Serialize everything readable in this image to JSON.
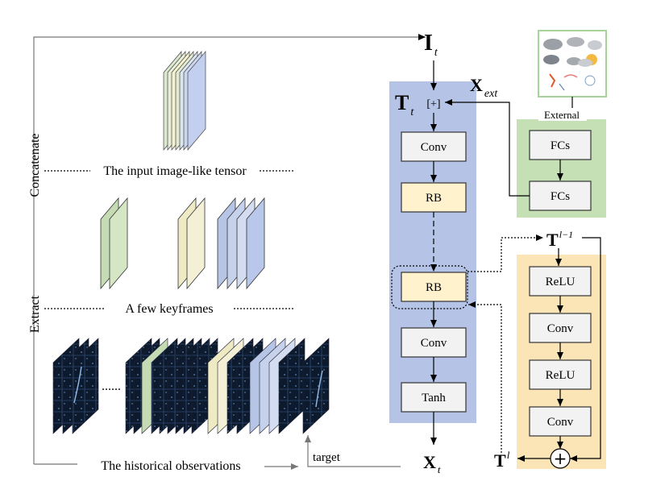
{
  "left_panel": {
    "concatenate": "Concatenate",
    "extract": "Extract",
    "tensor_caption": "The input image-like tensor",
    "keyframes_caption": "A few keyframes",
    "history_caption": "The historical observations",
    "ellipsis": "......",
    "target": "target"
  },
  "main_network": {
    "I_t": {
      "base": "I",
      "sub": "t"
    },
    "T_t": {
      "base": "T",
      "sub": "t"
    },
    "concat_op": "[+]",
    "X_ext": {
      "base": "X",
      "sub": "ext"
    },
    "X_t": {
      "base": "X",
      "sub": "t"
    },
    "conv_top": "Conv",
    "rb_top": "RB",
    "rb_bottom": "RB",
    "conv_bottom": "Conv",
    "tanh": "Tanh"
  },
  "external_branch": {
    "label": "External",
    "fc_top": "FCs",
    "fc_bottom": "FCs"
  },
  "residual_block": {
    "T_l_minus_1": {
      "base": "T",
      "sup": "l−1"
    },
    "T_l": {
      "base": "T",
      "sup": "l"
    },
    "relu_1": "ReLU",
    "conv_1": "Conv",
    "relu_2": "ReLU",
    "conv_2": "Conv",
    "sum_op": "+"
  },
  "colors": {
    "network_panel": "#b4c3e6",
    "external_panel": "#c5e0b4",
    "residual_panel": "#fbe5b6",
    "node_fill": "#f2f2f2",
    "rb_fill": "#fff2cc",
    "satellite_dark": "#0d1a2d"
  }
}
